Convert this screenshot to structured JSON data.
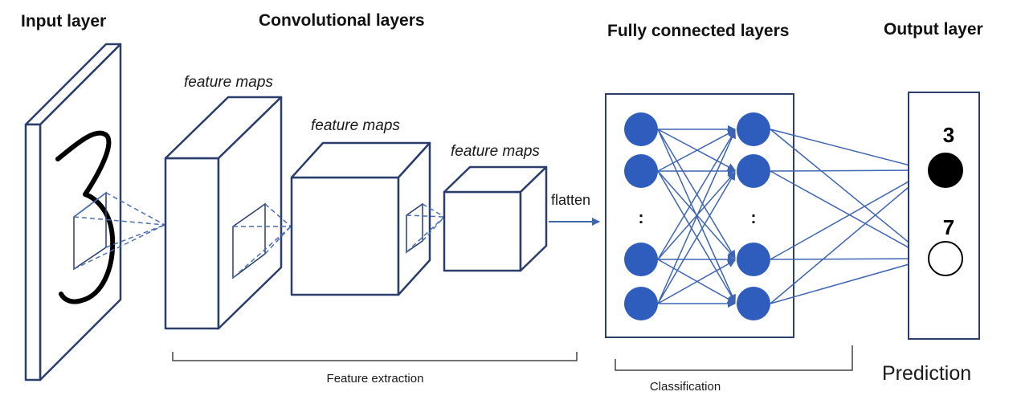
{
  "headers": {
    "input": "Input layer",
    "conv": "Convolutional layers",
    "fc": "Fully connected layers",
    "output": "Output layer"
  },
  "feature_maps": [
    "feature maps",
    "feature maps",
    "feature maps"
  ],
  "flatten_label": "flatten",
  "fc_ellipsis": ":",
  "brackets": {
    "feature_extraction": "Feature extraction",
    "classification": "Classification"
  },
  "outputs": [
    {
      "label": "3",
      "active": true
    },
    {
      "label": "7",
      "active": false
    }
  ],
  "prediction": "Prediction",
  "colors": {
    "node": "#2f5dbd",
    "connection": "#3d65b3",
    "outline": "#2a3d6b"
  },
  "icons": [
    "handwritten-digit-three",
    "arrow-right-icon"
  ]
}
